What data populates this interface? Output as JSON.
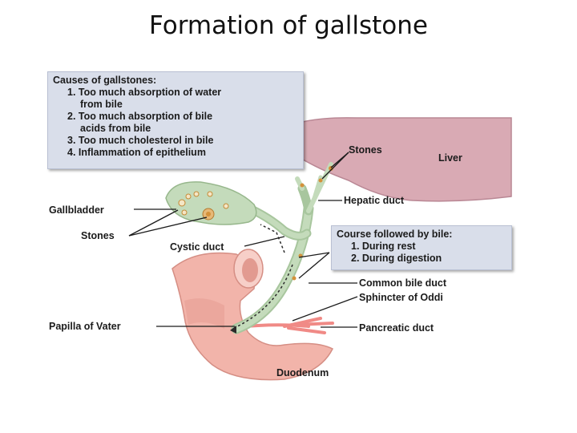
{
  "slide": {
    "title": "Formation of gallstone"
  },
  "causes": {
    "heading": "Causes of gallstones:",
    "items": [
      "1. Too much absorption of water",
      "from bile",
      "2. Too much absorption of bile",
      "acids from bile",
      "3. Too much cholesterol in bile",
      "4. Inflammation of epithelium"
    ]
  },
  "course": {
    "heading": "Course followed by bile:",
    "items": [
      "1. During rest",
      "2. During digestion"
    ]
  },
  "labels": {
    "stones_top": "Stones",
    "liver": "Liver",
    "hepatic_duct": "Hepatic duct",
    "gallbladder": "Gallbladder",
    "stones_left": "Stones",
    "cystic_duct": "Cystic duct",
    "common_bile_duct": "Common bile duct",
    "sphincter": "Sphincter of Oddi",
    "papilla": "Papilla of Vater",
    "pancreatic_duct": "Pancreatic duct",
    "duodenum": "Duodenum"
  },
  "colors": {
    "liver": "#d9aab4",
    "duct_green": "#b9d3b0",
    "duodenum": "#f2b4aa",
    "pancreatic": "#f08a86",
    "box_bg": "#d9deea",
    "stone": "#d4913a"
  }
}
